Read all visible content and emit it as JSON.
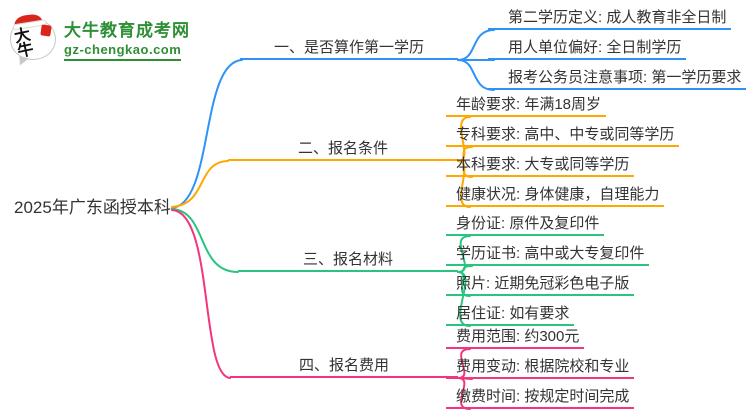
{
  "brand": {
    "name": "大牛教育成考网",
    "site": "gz-chengkao.com",
    "bubble_text": "大牛"
  },
  "root": {
    "label": "2025年广东函授本科"
  },
  "colors": {
    "branch1_blue": "#2e93f5",
    "branch2_orange": "#ffa802",
    "branch3_green": "#2bc47e",
    "branch4_pink": "#f2357e",
    "brand_green": "#2e8f36",
    "seal_red": "#d9251c",
    "text": "#333333"
  },
  "branches": [
    {
      "label": "一、是否算作第一学历",
      "color": "#2e93f5",
      "items": [
        "第二学历定义: 成人教育非全日制",
        "用人单位偏好: 全日制学历",
        "报考公务员注意事项: 第一学历要求"
      ]
    },
    {
      "label": "二、报名条件",
      "color": "#ffa802",
      "items": [
        "年龄要求: 年满18周岁",
        "专科要求: 高中、中专或同等学历",
        "本科要求: 大专或同等学历",
        "健康状况: 身体健康，自理能力"
      ]
    },
    {
      "label": "三、报名材料",
      "color": "#2bc47e",
      "items": [
        "身份证: 原件及复印件",
        "学历证书: 高中或大专复印件",
        "照片: 近期免冠彩色电子版",
        "居住证: 如有要求"
      ]
    },
    {
      "label": "四、报名费用",
      "color": "#f2357e",
      "items": [
        "费用范围: 约300元",
        "费用变动: 根据院校和专业",
        "缴费时间: 按规定时间完成"
      ]
    }
  ]
}
